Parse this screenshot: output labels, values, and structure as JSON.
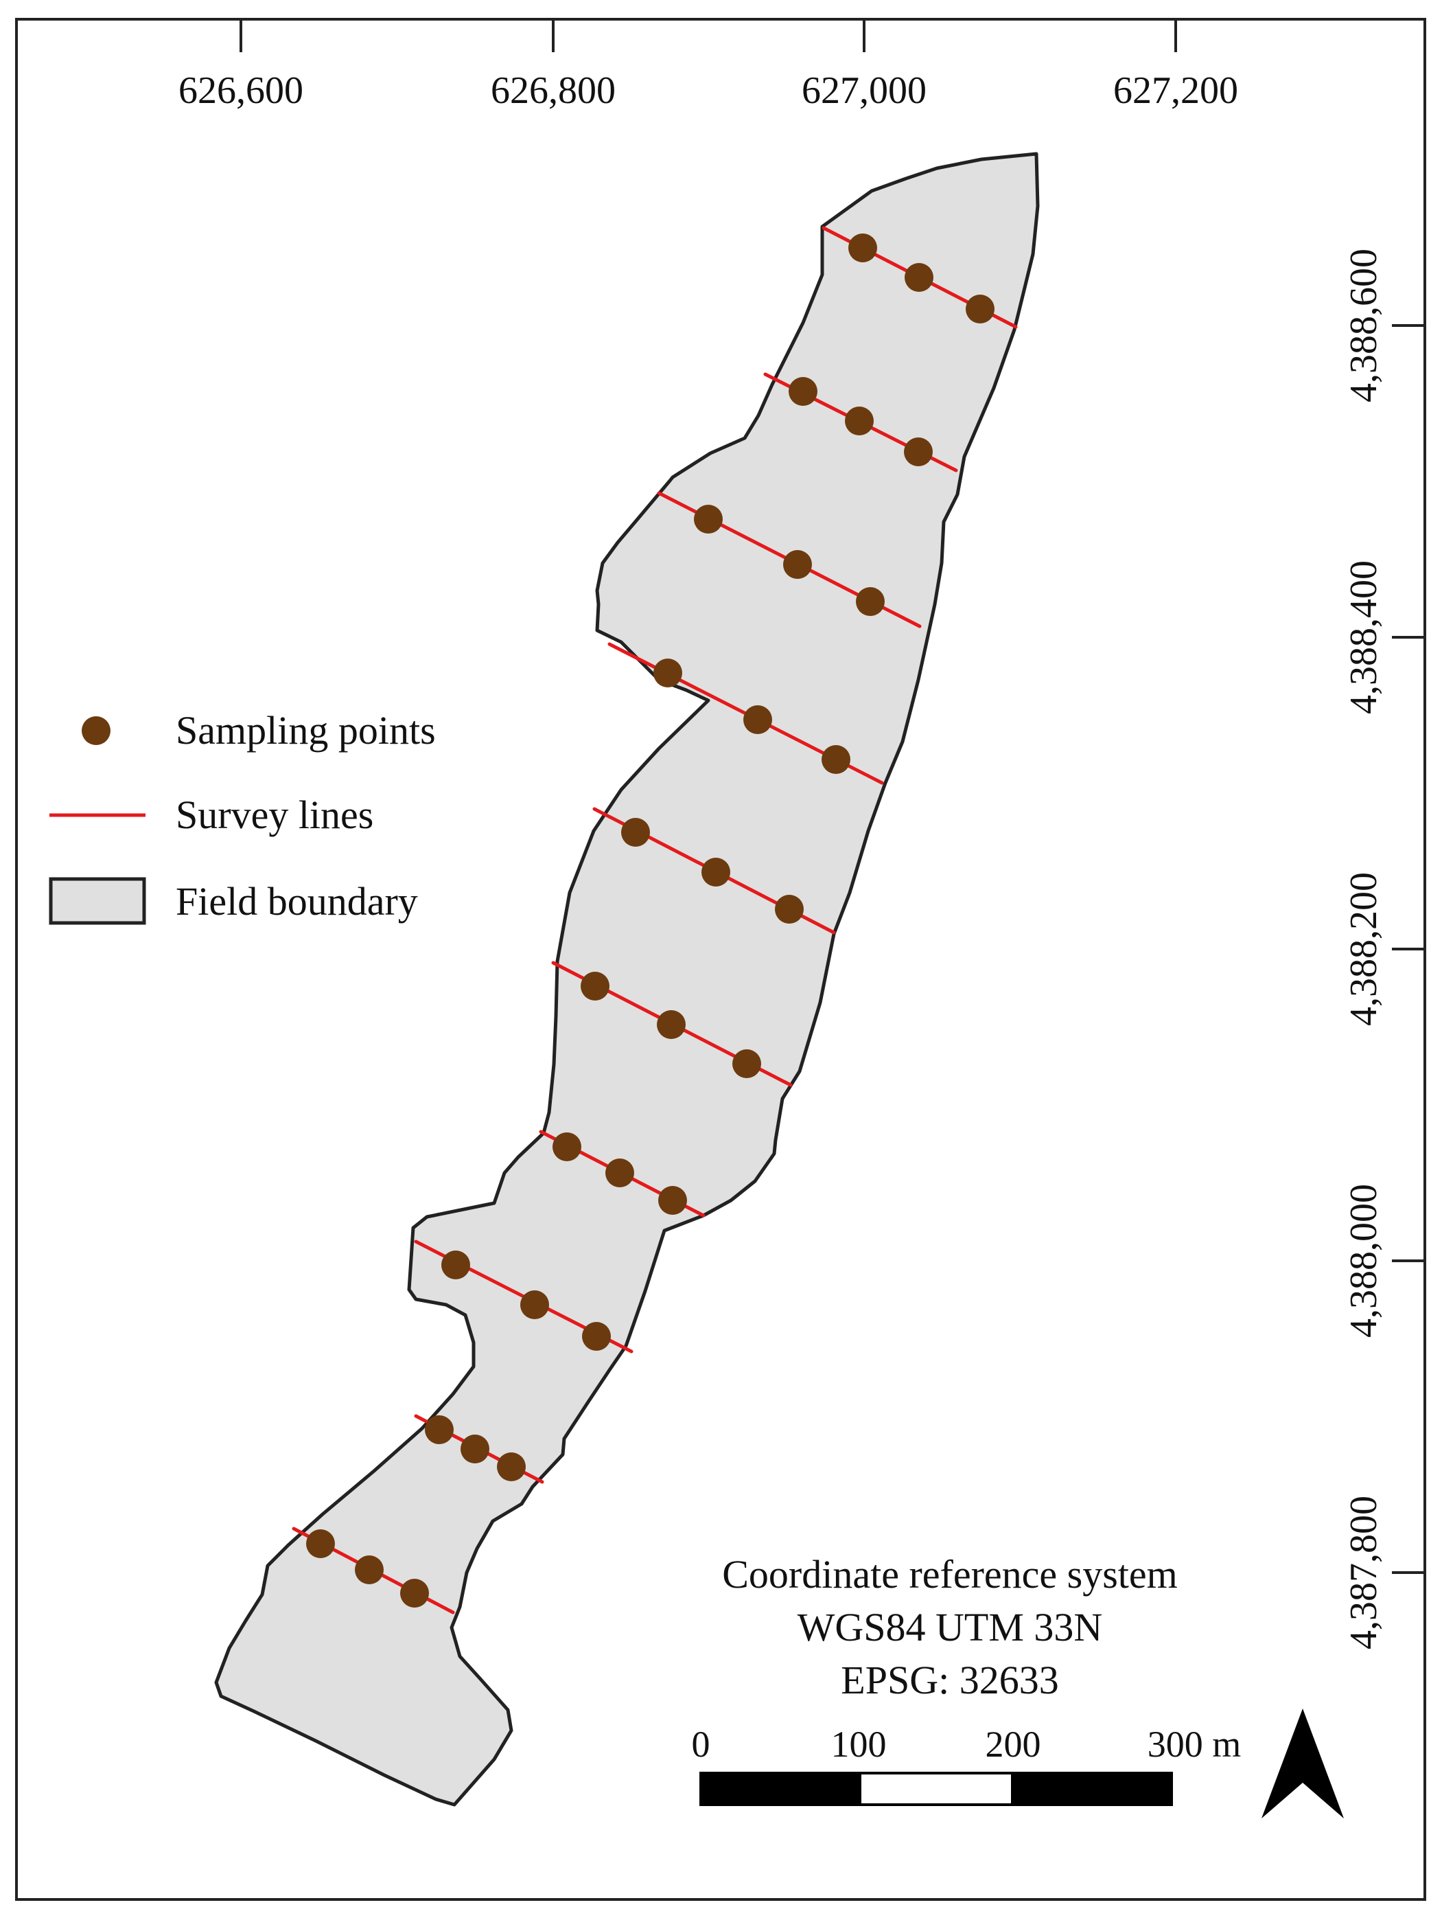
{
  "map": {
    "x_ticks": [
      "626,600",
      "626,800",
      "627,000",
      "627,200"
    ],
    "y_ticks": [
      "4,388,600",
      "4,388,400",
      "4,388,200",
      "4,388,000",
      "4,387,800"
    ],
    "colors": {
      "field_fill": "#e0e0e0",
      "field_stroke": "#222222",
      "survey_line": "#e41a1c",
      "sampling_point": "#6b3a0f",
      "frame": "#222222"
    }
  },
  "legend": {
    "items": [
      {
        "label": "Sampling points",
        "symbol": "circle"
      },
      {
        "label": "Survey lines",
        "symbol": "line"
      },
      {
        "label": "Field boundary",
        "symbol": "polygon"
      }
    ]
  },
  "crs": {
    "title": "Coordinate reference system",
    "name": "WGS84 UTM 33N",
    "epsg": "EPSG: 32633"
  },
  "scale_bar": {
    "labels": [
      "0",
      "100",
      "200",
      "300 m"
    ]
  },
  "north_arrow": {
    "icon": "north-arrow-icon"
  }
}
